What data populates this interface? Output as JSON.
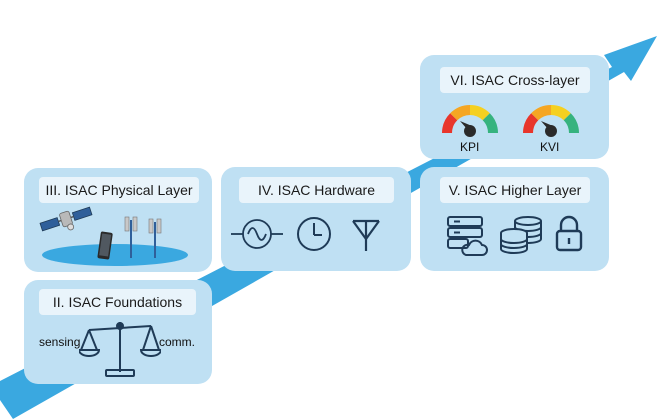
{
  "stages": [
    {
      "id": "foundations",
      "label": "II. ISAC Foundations",
      "left_text": "sensing",
      "right_text": "comm."
    },
    {
      "id": "physical",
      "label": "III. ISAC Physical Layer"
    },
    {
      "id": "hardware",
      "label": "IV. ISAC Hardware"
    },
    {
      "id": "higher",
      "label": "V. ISAC Higher Layer"
    },
    {
      "id": "crosslayer",
      "label": "VI. ISAC Cross-layer",
      "gauges": [
        "KPI",
        "KVI"
      ]
    }
  ],
  "icons": {
    "foundations": [
      "balance-scale-icon"
    ],
    "physical": [
      "satellite-icon",
      "smartphone-icon",
      "base-station-icon"
    ],
    "hardware": [
      "oscillator-icon",
      "clock-icon",
      "antenna-icon"
    ],
    "higher": [
      "server-cloud-icon",
      "database-icon",
      "lock-icon"
    ],
    "crosslayer": [
      "gauge-icon"
    ]
  },
  "colors": {
    "arrow": "#3aa8e0",
    "box": "#bfe0f3",
    "label_bg": "#e9f4fb",
    "icon_stroke": "#1f3b57",
    "gauge": [
      "#e8362b",
      "#f5a623",
      "#f5d020",
      "#7ac143",
      "#36b37e"
    ]
  }
}
